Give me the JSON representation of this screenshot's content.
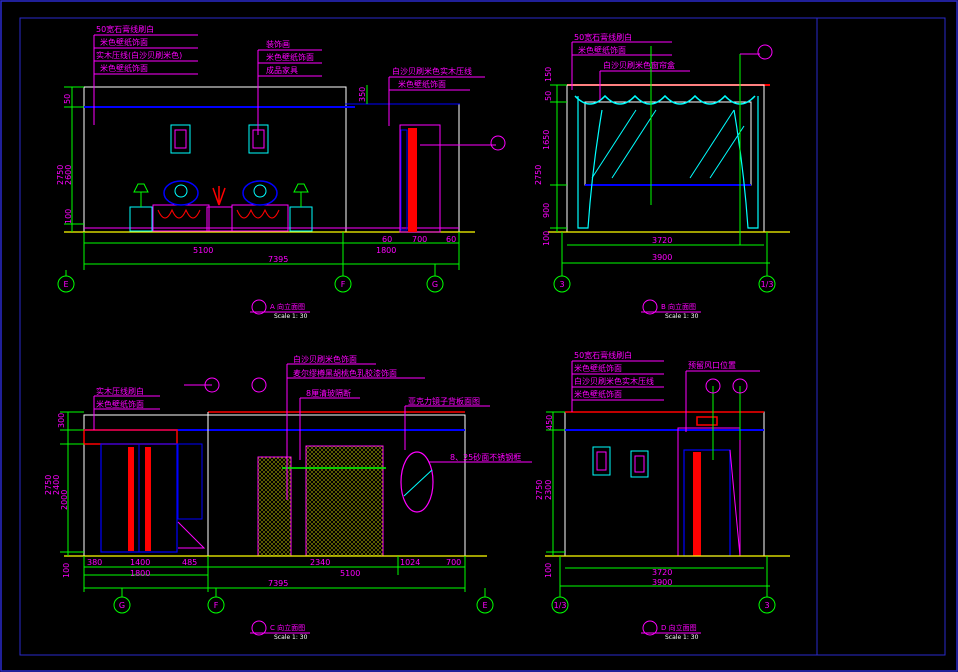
{
  "views": [
    {
      "title": "A 向立面图",
      "scale": "Scale 1: 30",
      "notes_left": [
        "50宽石膏线刷白",
        "米色壁纸饰面",
        "实木压线(白沙贝刷米色)",
        "米色壁纸饰面"
      ],
      "notes_mid": [
        "装饰画",
        "米色壁纸饰面",
        "成品家具"
      ],
      "notes_right": [
        "白沙贝刷米色实木压线",
        "米色壁纸饰面"
      ],
      "dims_v": [
        "50",
        "2750",
        "2600",
        "100"
      ],
      "dim_door": "350",
      "dims_h_small": [
        "60",
        "700",
        "60"
      ],
      "dims_h": [
        "5100",
        "1800",
        "7395"
      ],
      "axes": [
        "E",
        "F",
        "G"
      ]
    },
    {
      "title": "B 向立面图",
      "scale": "Scale 1: 30",
      "notes": [
        "50宽石膏线刷白",
        "米色壁纸饰面",
        "白沙贝刷米色窗帘盒"
      ],
      "dims_v": [
        "50",
        "150",
        "1650",
        "2750",
        "900",
        "100"
      ],
      "dims_h": [
        "3720",
        "3900"
      ],
      "axes": [
        "3",
        "1/3"
      ]
    },
    {
      "title": "C 向立面图",
      "scale": "Scale 1: 30",
      "notes_top": [
        "白沙贝刷米色饰面",
        "麦尔缪樽黑胡桃色乳胶漆饰面",
        "8厘清玻隔断",
        "亚克力镜子背板面图"
      ],
      "notes_left": [
        "实木压线刷白",
        "米色壁纸饰面"
      ],
      "note_mirror": "8、25砂面不锈钢框",
      "dims_v": [
        "300",
        "2750",
        "2400",
        "2000",
        "100"
      ],
      "dims_h_top": [
        "380",
        "1400",
        "485",
        "2340",
        "1024",
        "700"
      ],
      "dims_h": [
        "1800",
        "5100",
        "7395"
      ],
      "axes": [
        "G",
        "F",
        "E"
      ]
    },
    {
      "title": "D 向立面图",
      "scale": "Scale 1: 30",
      "notes": [
        "50宽石膏线刷白",
        "米色壁纸饰面",
        "白沙贝刷米色实木压线",
        "米色壁纸饰面"
      ],
      "note_vent": "预留风口位置",
      "dims_v": [
        "450",
        "2750",
        "2300",
        "100"
      ],
      "dims_h": [
        "3720",
        "3900"
      ],
      "axes": [
        "1/3",
        "3"
      ]
    }
  ],
  "colors": {
    "background": "#000000",
    "frame": "#2a2acc",
    "annotation": "#ff00ff",
    "dimension": "#00ff00",
    "wall": "#ff0000",
    "ceiling": "#0000ff",
    "outline": "#ffffff",
    "furniture": "#00ffff",
    "floor": "#ffff00",
    "axis": "#00ff00"
  }
}
